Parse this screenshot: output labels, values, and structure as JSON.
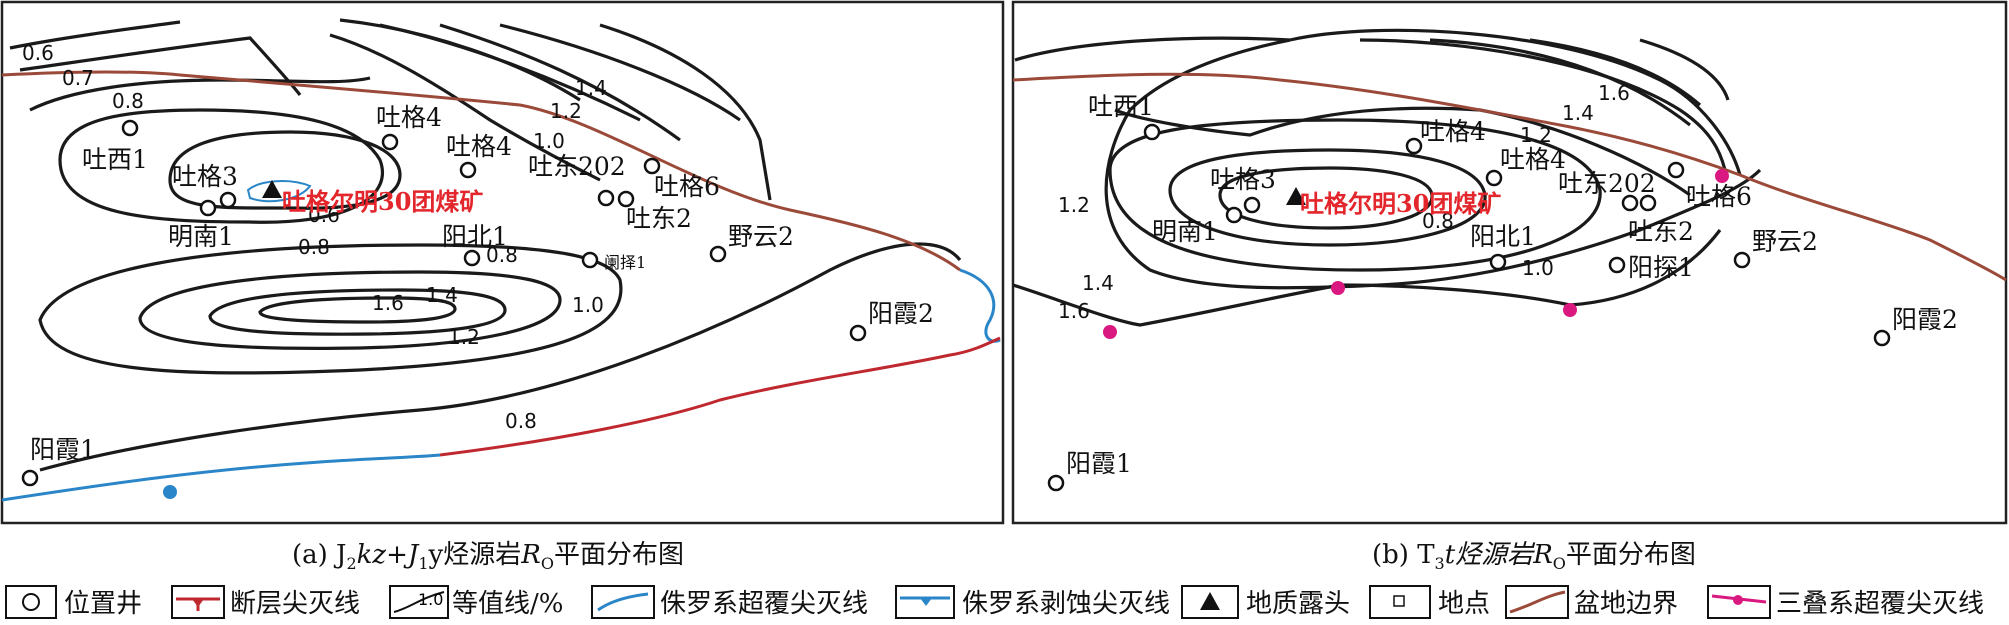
{
  "panel_a": {
    "caption_prefix": "(a) J",
    "caption_sub1": "2",
    "caption_mid1": "kz+J",
    "caption_sub2": "1",
    "caption_mid2": "y烃源岩",
    "caption_ro": "R",
    "caption_ro_sub": "O",
    "caption_suffix": "平面分布图",
    "outcrop_label": "吐格尔明30团煤矿",
    "wells": [
      "吐西1",
      "吐格3",
      "明南1",
      "吐格4",
      "吐格4",
      "吐东202",
      "吐格6",
      "吐东2",
      "阳北1",
      "阑择1",
      "野云2",
      "阳霞2",
      "阳霞1"
    ],
    "contour_labels": [
      "0.6",
      "0.7",
      "0.8",
      "1.4",
      "1.2",
      "1.0",
      "0.6",
      "0.8",
      "0.8",
      "1.6",
      "1.4",
      "1.2",
      "1.0",
      "0.8"
    ]
  },
  "panel_b": {
    "caption_prefix": "(b) T",
    "caption_sub1": "3",
    "caption_mid1": "t烃源岩",
    "caption_ro": "R",
    "caption_ro_sub": "O",
    "caption_suffix": "平面分布图",
    "outcrop_label": "吐格尔明30团煤矿",
    "wells": [
      "吐西1",
      "吐格4",
      "吐格3",
      "吐格4",
      "吐东202",
      "吐格6",
      "明南1",
      "阳北1",
      "吐东2",
      "阳探1",
      "野云2",
      "阳霞2",
      "阳霞1"
    ],
    "contour_labels": [
      "1.6",
      "1.4",
      "1.2",
      "1.0",
      "0.8",
      "1.2",
      "1.4",
      "1.6"
    ]
  },
  "legend": {
    "items": [
      {
        "symbol": "well",
        "label": "位置井"
      },
      {
        "symbol": "fault",
        "label": "断层尖灭线"
      },
      {
        "symbol": "contour",
        "label": "等值线/%",
        "sample": "1.0"
      },
      {
        "symbol": "jurassic-overlap",
        "label": "侏罗系超覆尖灭线"
      },
      {
        "symbol": "jurassic-erosion",
        "label": "侏罗系剥蚀尖灭线"
      },
      {
        "symbol": "outcrop",
        "label": "地质露头"
      },
      {
        "symbol": "place",
        "label": "地点"
      },
      {
        "symbol": "basin",
        "label": "盆地边界"
      },
      {
        "symbol": "triassic-overlap",
        "label": "三叠系超覆尖灭线"
      }
    ]
  },
  "colors": {
    "contour": "#1a1a1a",
    "basin_boundary": "#9b4a3a",
    "fault": "#c0282f",
    "jurassic_lines": "#2a86c8",
    "triassic_overlap": "#d9197f",
    "outcrop_label": "#e3262c"
  }
}
